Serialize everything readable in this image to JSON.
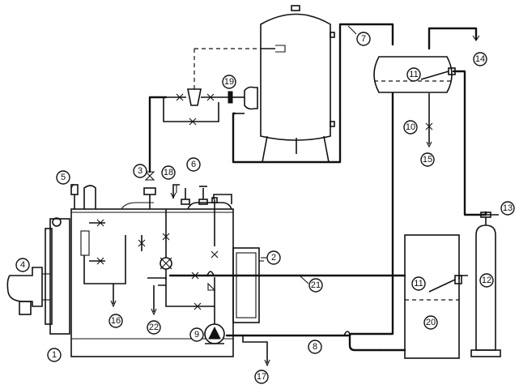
{
  "callouts": [
    {
      "id": "c1",
      "text": "1"
    },
    {
      "id": "c2",
      "text": "2"
    },
    {
      "id": "c3",
      "text": "3"
    },
    {
      "id": "c4",
      "text": "4"
    },
    {
      "id": "c5",
      "text": "5"
    },
    {
      "id": "c6",
      "text": "6"
    },
    {
      "id": "c7",
      "text": "7"
    },
    {
      "id": "c8",
      "text": "8"
    },
    {
      "id": "c9",
      "text": "9"
    },
    {
      "id": "c10",
      "text": "10"
    },
    {
      "id": "c11a",
      "text": "11"
    },
    {
      "id": "c11b",
      "text": "11"
    },
    {
      "id": "c12",
      "text": "12"
    },
    {
      "id": "c13",
      "text": "13"
    },
    {
      "id": "c14",
      "text": "14"
    },
    {
      "id": "c15",
      "text": "15"
    },
    {
      "id": "c16",
      "text": "16"
    },
    {
      "id": "c17",
      "text": "17"
    },
    {
      "id": "c18",
      "text": "18"
    },
    {
      "id": "c19",
      "text": "19"
    },
    {
      "id": "c20",
      "text": "20"
    },
    {
      "id": "c21",
      "text": "21"
    },
    {
      "id": "c22",
      "text": "22"
    }
  ]
}
